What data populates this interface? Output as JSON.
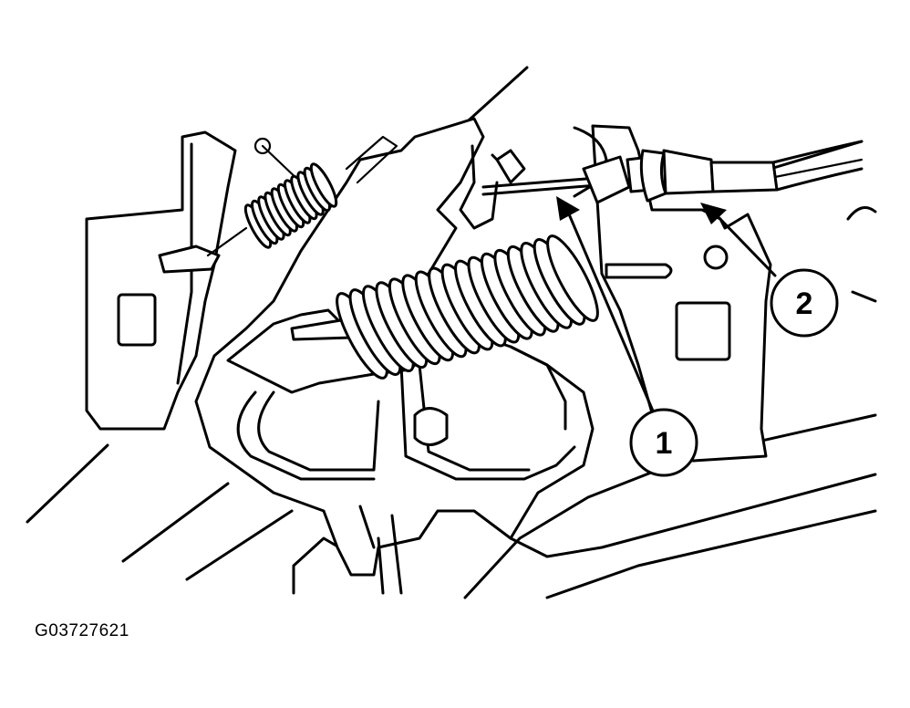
{
  "figure_id": "G03727621",
  "callouts": [
    {
      "number": "1"
    },
    {
      "number": "2"
    }
  ]
}
